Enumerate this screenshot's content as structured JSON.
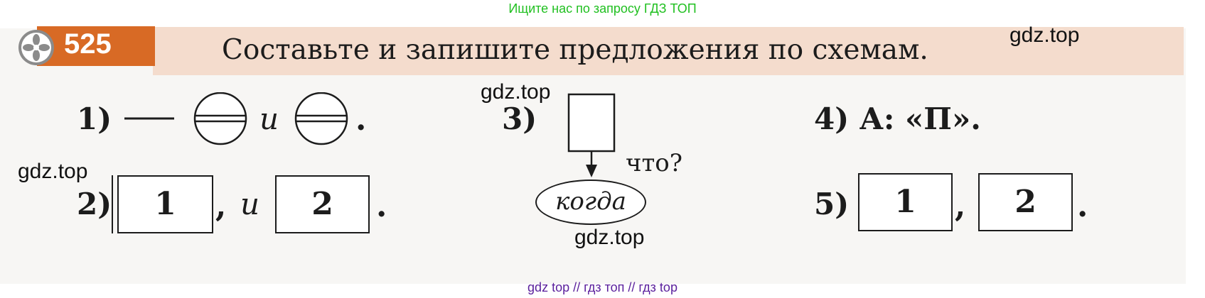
{
  "top_banner": "Ищите нас по запросу ГДЗ ТОП",
  "bottom_banner": "gdz top  //  гдз топ  //  гдз top",
  "watermarks": [
    "gdz.top",
    "gdz.top",
    "gdz.top",
    "gdz.top"
  ],
  "exercise": {
    "number": "525",
    "title": "Составьте и запишите предложения по схемам."
  },
  "scheme1": {
    "label": "1)",
    "conj": "и",
    "end": "."
  },
  "scheme2": {
    "label": "2)",
    "box1": "1",
    "comma": ",",
    "conj": "и",
    "box2": "2",
    "end": "."
  },
  "scheme3": {
    "label": "3)",
    "question": "что?",
    "oval": "когда"
  },
  "scheme4": {
    "text": "4) А: «П»."
  },
  "scheme5": {
    "label": "5)",
    "box1": "1",
    "comma": ",",
    "box2": "2",
    "end": "."
  },
  "colors": {
    "accent": "#d86a25",
    "header_bg": "#f4dccd",
    "banner_top": "#21c021",
    "banner_bottom": "#5a1f9c"
  }
}
